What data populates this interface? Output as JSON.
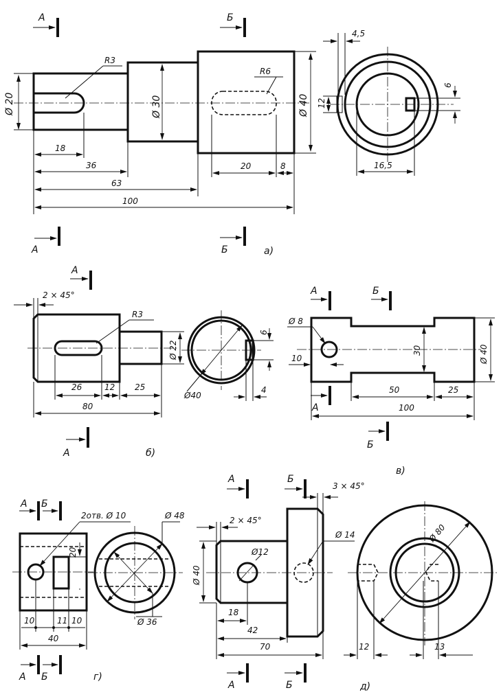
{
  "section_letters": {
    "a": "А",
    "b": "Б"
  },
  "view_captions": {
    "a": "а)",
    "b": "б)",
    "v": "в)",
    "g": "г)",
    "d": "д)"
  },
  "view_a": {
    "dims": {
      "d20": "Ø 20",
      "d30": "Ø 30",
      "d40": "Ø 40",
      "r3": "R3",
      "r6": "R6",
      "l18": "18",
      "l36": "36",
      "l63": "63",
      "l100": "100",
      "l20": "20",
      "l8": "8",
      "s45": "4,5",
      "s12": "12",
      "s6": "6",
      "s165": "16,5"
    }
  },
  "view_b": {
    "dims": {
      "chamfer": "2 × 45°",
      "r3": "R3",
      "d22": "Ø 22",
      "d40": "Ø40",
      "l26": "26",
      "l12": "12",
      "l25": "25",
      "l80": "80",
      "s6": "6",
      "s4": "4"
    }
  },
  "view_v": {
    "dims": {
      "d8": "Ø 8",
      "l10": "10",
      "l30": "30",
      "d40": "Ø 40",
      "l50": "50",
      "l25": "25",
      "l100": "100"
    }
  },
  "view_g": {
    "dims": {
      "holes": "2отв. Ø 10",
      "d48": "Ø 48",
      "l20": "20",
      "d36": "Ø 36",
      "l10a": "10",
      "l11": "11",
      "l10b": "10",
      "l40": "40"
    }
  },
  "view_d": {
    "dims": {
      "chamfer3": "3 × 45°",
      "chamfer2": "2 × 45°",
      "d14": "Ø 14",
      "d12": "Ø12",
      "d40": "Ø 40",
      "d80": "Ø 80",
      "l18": "18",
      "l42": "42",
      "l70": "70",
      "l12": "12",
      "l13": "13"
    }
  }
}
